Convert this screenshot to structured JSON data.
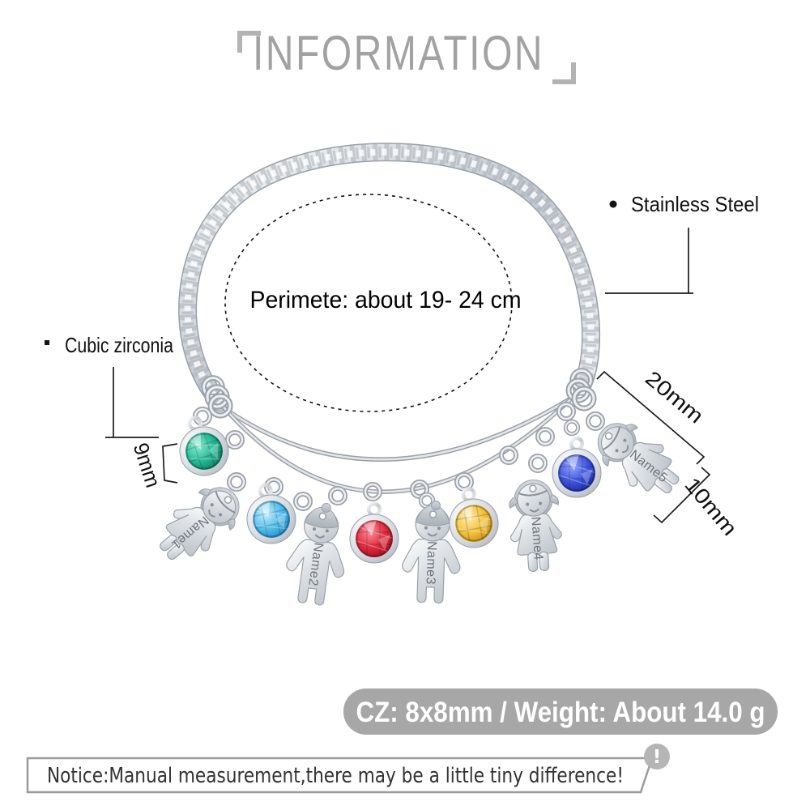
{
  "title": {
    "text": "INFORMATION"
  },
  "callouts": {
    "material": {
      "label": "Stainless Steel"
    },
    "stone": {
      "label": "Cubic zirconia"
    }
  },
  "measurements": {
    "stone_diameter": "9mm",
    "charm_height": "20mm",
    "charm_width": "10mm"
  },
  "bracelet": {
    "perimeter_note": "Perimete: about  19- 24 cm",
    "material_color": "#c9ced4",
    "charms": [
      {
        "name": "Name1",
        "type": "girl",
        "gem": "green",
        "gem_hex": "#14a085"
      },
      {
        "name": "Name2",
        "type": "boy",
        "gem": "aqua",
        "gem_hex": "#3fb3e8"
      },
      {
        "name": "Name3",
        "type": "boy",
        "gem": "red",
        "gem_hex": "#d81f33"
      },
      {
        "name": "Name4",
        "type": "girl",
        "gem": "gold",
        "gem_hex": "#e8b42e"
      },
      {
        "name": "Name5",
        "type": "girl",
        "gem": "blue",
        "gem_hex": "#2b3fd0"
      }
    ]
  },
  "spec_banner": {
    "text": "CZ: 8x8mm / Weight: About 14.0 g",
    "bg": "#a7a7a7"
  },
  "notice_bar": {
    "text": "Notice:Manual measurement,there may be a little tiny difference!",
    "icon": "exclamation-icon",
    "icon_glyph": "!"
  }
}
